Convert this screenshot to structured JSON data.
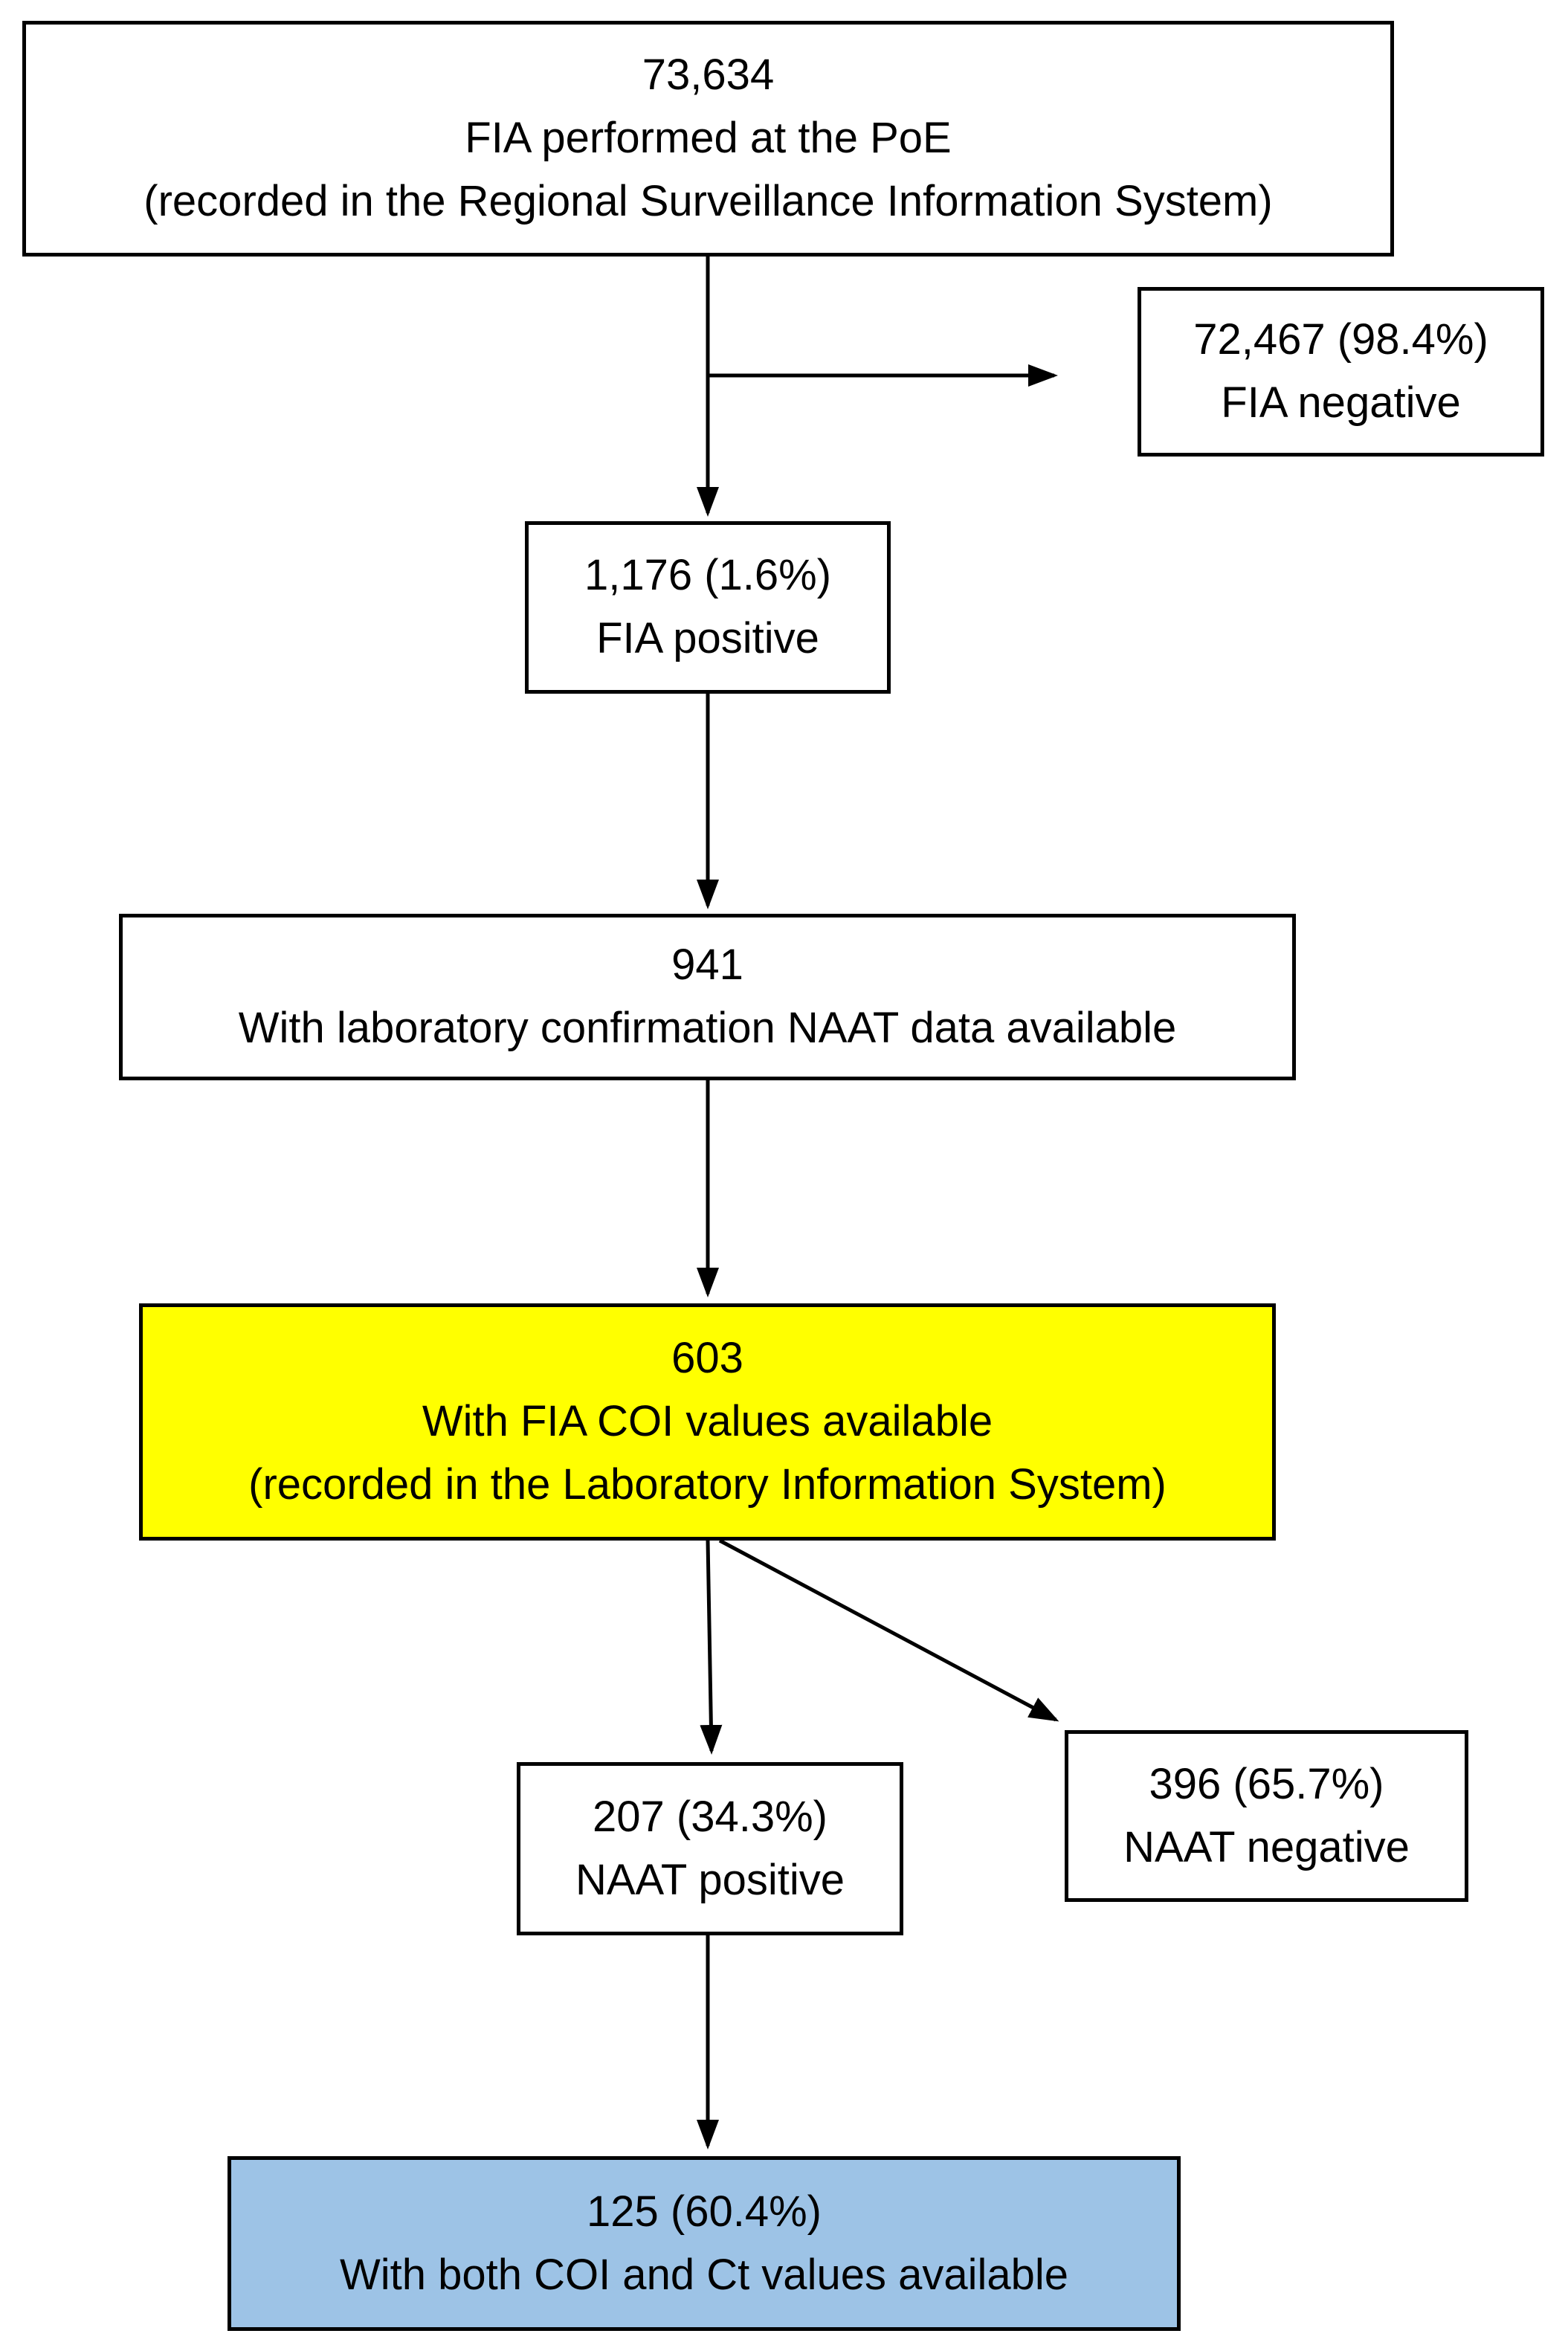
{
  "colors": {
    "highlight_yellow": "#ffff00",
    "highlight_blue": "#9dc3e6",
    "border": "#000000",
    "text": "#000000"
  },
  "nodes": {
    "fia_performed": {
      "count": "73,634",
      "label": "FIA performed at the PoE",
      "note": "(recorded in the Regional Surveillance Information System)"
    },
    "fia_negative": {
      "count": "72,467 (98.4%)",
      "label": "FIA negative"
    },
    "fia_positive": {
      "count": "1,176 (1.6%)",
      "label": "FIA positive"
    },
    "naat_data": {
      "count": "941",
      "label": "With laboratory confirmation NAAT data available"
    },
    "coi_values": {
      "count": "603",
      "label": "With FIA COI values available",
      "note": "(recorded in the Laboratory Information System)"
    },
    "naat_positive": {
      "count": "207 (34.3%)",
      "label": "NAAT positive"
    },
    "naat_negative": {
      "count": "396 (65.7%)",
      "label": "NAAT negative"
    },
    "coi_ct_values": {
      "count": "125 (60.4%)",
      "label": "With both COI and Ct values available"
    }
  }
}
